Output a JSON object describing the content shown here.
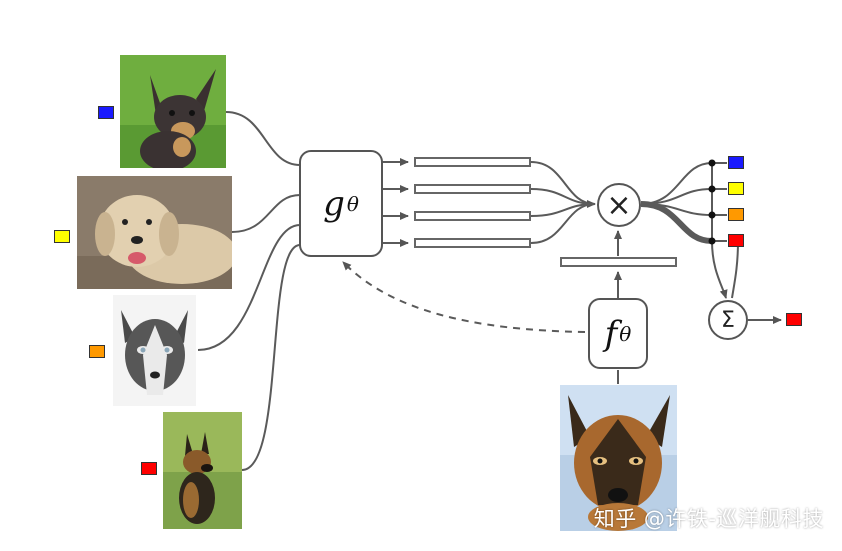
{
  "diagram": {
    "embedding_network_symbol": "g",
    "query_network_symbol": "f",
    "parameter_symbol": "θ",
    "product_symbol": "×",
    "sum_symbol": "Σ"
  },
  "support_images": [
    {
      "label_color": "#1a1aff",
      "subject": "chihuahua-photo"
    },
    {
      "label_color": "#ffff00",
      "subject": "labrador-photo"
    },
    {
      "label_color": "#ff9900",
      "subject": "husky-photo"
    },
    {
      "label_color": "#ff0000",
      "subject": "german-shepherd-photo"
    }
  ],
  "output_labels": [
    "#1a1aff",
    "#ffff00",
    "#ff9900",
    "#ff0000"
  ],
  "prediction_color": "#ff0000",
  "watermark": "知乎 @许铁-巡洋舰科技"
}
